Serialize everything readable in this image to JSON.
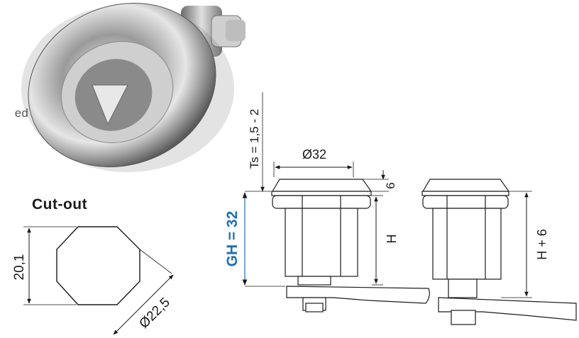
{
  "side_text": "ed",
  "cutout": {
    "title": "Cut-out",
    "height_label": "20,1",
    "diag_label": "Ø22,5"
  },
  "drawing": {
    "thickness_label": "Ts = 1,5 - 2",
    "diameter_label": "Ø32",
    "head_label": "6",
    "gh_label": "GH = 32",
    "h_label": "H",
    "h6_label": "H + 6"
  },
  "colors": {
    "accent": "#1f6fb5",
    "line": "#1a1a1a",
    "part_fill": "#ffffff"
  },
  "icons": {
    "photo": "chrome-lock-photo"
  }
}
